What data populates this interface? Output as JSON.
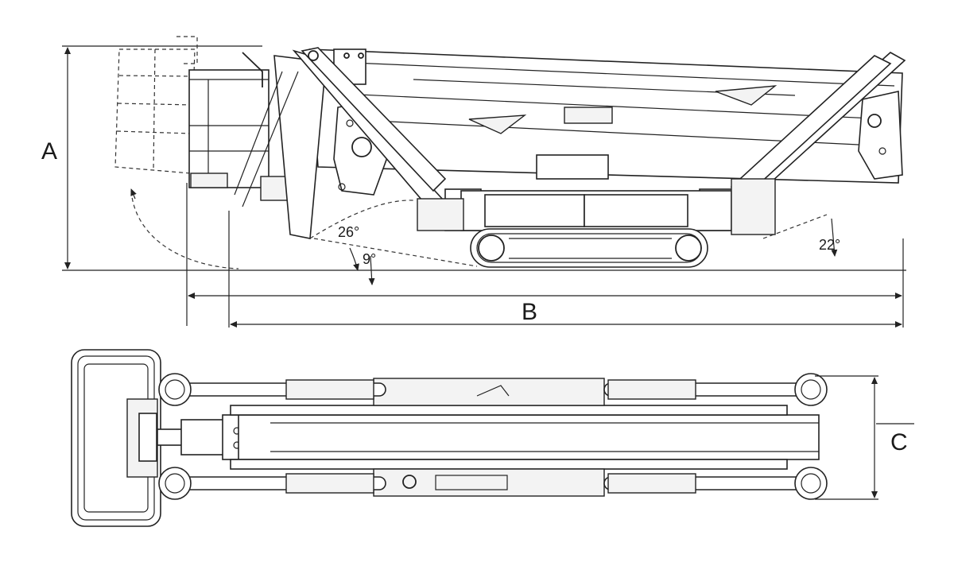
{
  "dimension_labels": {
    "height": "A",
    "length": "B",
    "width": "C"
  },
  "angles": {
    "front_stabilizer": "26°",
    "ground_clearance": "9°",
    "rear_stabilizer": "22°"
  },
  "colors": {
    "line": "#222222",
    "background": "#ffffff",
    "body_fill": "#f3f3f3"
  }
}
